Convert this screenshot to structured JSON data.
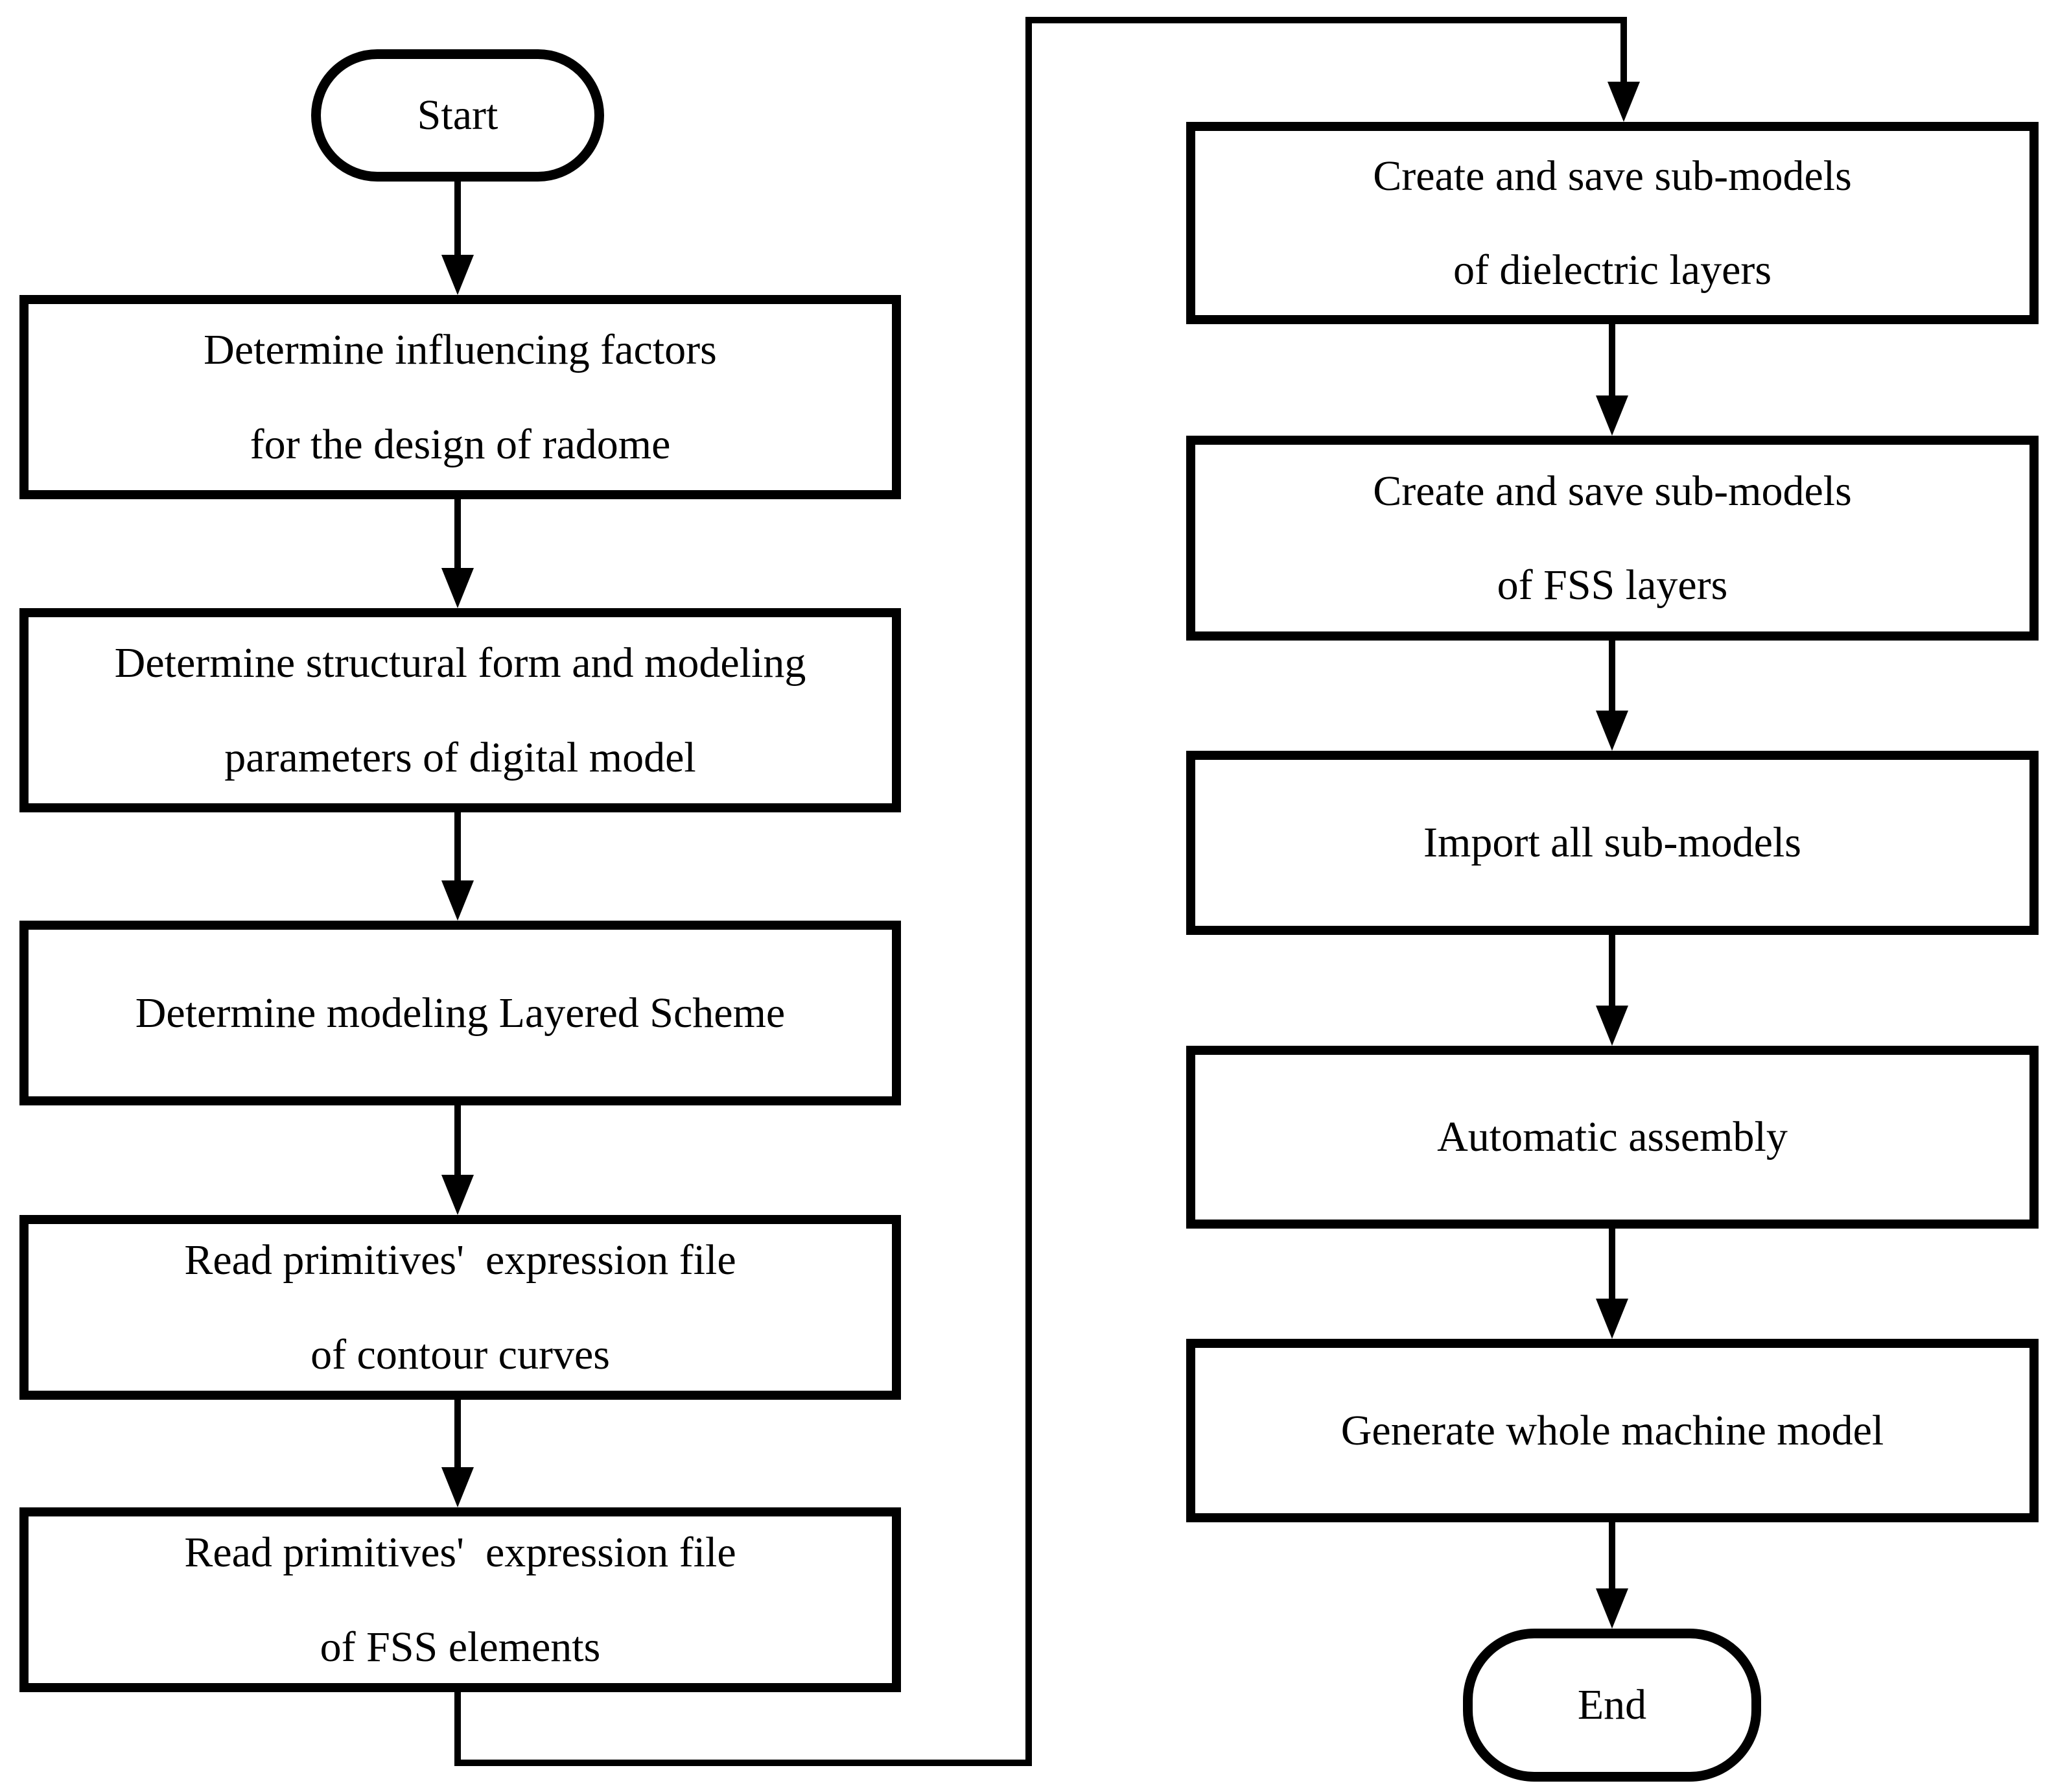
{
  "flowchart": {
    "colors": {
      "line": "#000000",
      "background": "#ffffff"
    },
    "start": {
      "label": "Start"
    },
    "end": {
      "label": "End"
    },
    "left_steps": [
      {
        "lines": [
          "Determine influencing factors",
          "for the design of radome"
        ]
      },
      {
        "lines": [
          "Determine structural form and modeling",
          "parameters of digital model"
        ]
      },
      {
        "lines": [
          "Determine modeling Layered Scheme"
        ]
      },
      {
        "lines": [
          "Read primitives'  expression file",
          "of contour curves"
        ]
      },
      {
        "lines": [
          "Read primitives'  expression file",
          "of FSS elements"
        ]
      }
    ],
    "right_steps": [
      {
        "lines": [
          "Create and save sub-models",
          "of dielectric layers"
        ]
      },
      {
        "lines": [
          "Create and save sub-models",
          "of FSS layers"
        ]
      },
      {
        "lines": [
          "Import all sub-models"
        ]
      },
      {
        "lines": [
          "Automatic assembly"
        ]
      },
      {
        "lines": [
          "Generate whole machine model"
        ]
      }
    ]
  }
}
